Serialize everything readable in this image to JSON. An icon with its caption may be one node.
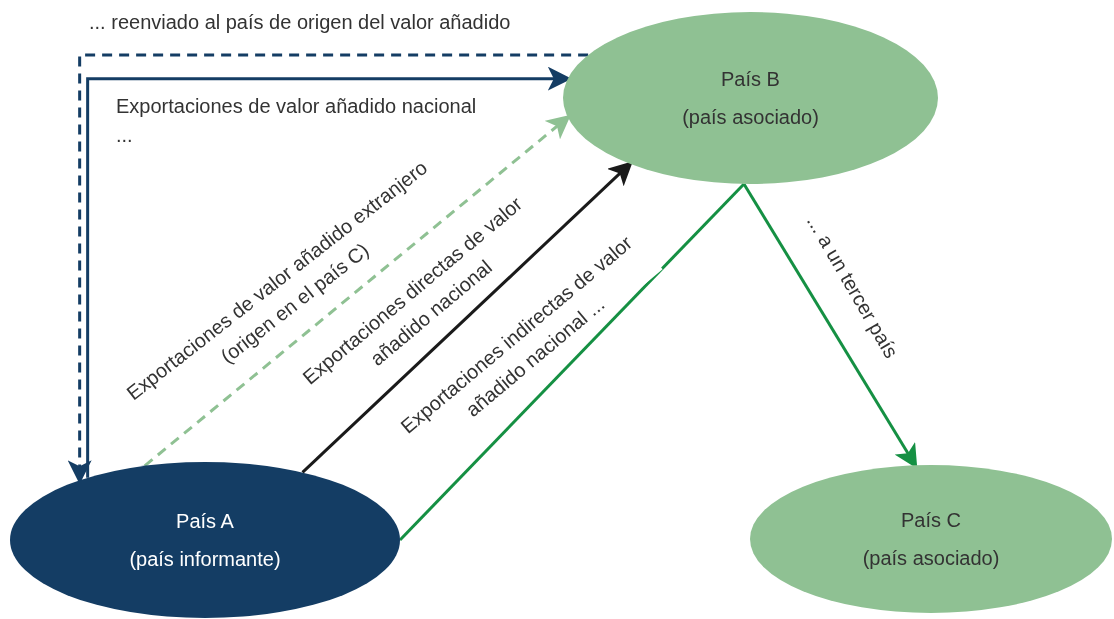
{
  "diagram": {
    "nodes": [
      {
        "text": [
          "País A",
          "(país informante)"
        ]
      },
      {
        "text": [
          "País B",
          "(país asociado)"
        ]
      },
      {
        "text": [
          "País C",
          "(país asociado)"
        ]
      }
    ],
    "edges": [
      {
        "from": 0,
        "to": 1,
        "arrow": "to",
        "label": "Exportaciones de valor añadido nacional ...",
        "color": "#143d64"
      },
      {
        "from": 1,
        "to": 0,
        "arrow": "to",
        "label": "... reenviado al país de origen del valor añadido",
        "style": "dashed",
        "color": "#143d64"
      },
      {
        "from": 0,
        "to": 1,
        "arrow": "to",
        "label": "Exportaciones de valor añadido extranjero (origen en el país C)",
        "style": "dashed",
        "color": "#8fc193"
      },
      {
        "from": 0,
        "to": 1,
        "arrow": "to",
        "label": "Exportaciones directas de valor añadido nacional",
        "color": "#1a1a1a"
      },
      {
        "from": 0,
        "to": 1,
        "arrow": "none",
        "label": "Exportaciones indirectas de valor añadido nacional ...",
        "color": "#159043"
      },
      {
        "from": 1,
        "to": 2,
        "arrow": "to",
        "label": "... a un tercer país",
        "color": "#159043"
      }
    ]
  }
}
